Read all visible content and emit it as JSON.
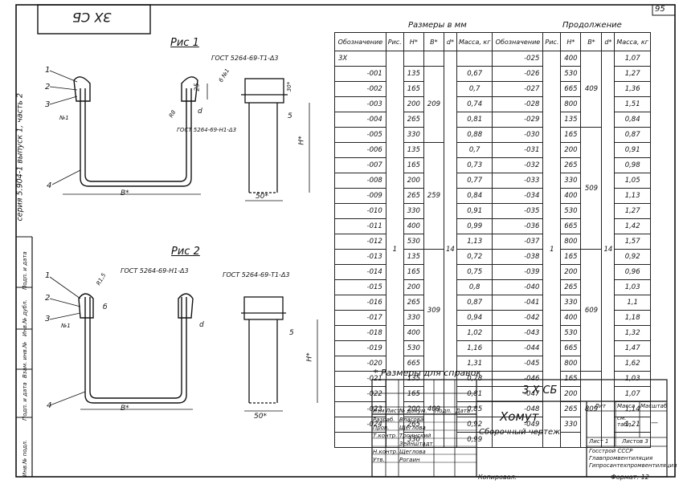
{
  "page_number": "95",
  "stamp": "ЗХ СБ",
  "side_series": "серия 5.904-1 выпуск 1, часть 2",
  "side_fields": [
    "Инв.№ подл.",
    "Подп. и дата",
    "Взам. инв.№",
    "Инв.№ дубл.",
    "Подп. и дата"
  ],
  "fig1": {
    "title": "Рис 1",
    "gost_top": "ГОСТ 5264-69-Т1-Δ3",
    "gost_mid": "ГОСТ 5264-69-Н1-Δ3",
    "labels": [
      "1",
      "2",
      "3",
      "4"
    ],
    "dims": [
      "25",
      "d",
      "5",
      "H*",
      "B*",
      "50*",
      "б №1",
      "№1",
      "R8",
      "30*"
    ]
  },
  "fig2": {
    "title": "Рис 2",
    "gost_left": "ГОСТ 5264-69-Н1-Δ3",
    "gost_right": "ГОСТ 5264-69-Т1-Δ3",
    "labels": [
      "1",
      "2",
      "3",
      "4"
    ],
    "dims": [
      "б",
      "d",
      "H*",
      "B*",
      "50*",
      "№1",
      "5",
      "R1,5"
    ]
  },
  "table": {
    "caption": "Размеры в мм",
    "caption_right": "Продолжение",
    "headers": [
      "Обозначение",
      "Рис.",
      "H*",
      "B*",
      "d*",
      "Масса, кг"
    ],
    "rows_left": [
      {
        "des": "3Х",
        "h": "",
        "m": ""
      },
      {
        "des": "-001",
        "h": "135",
        "m": "0,67"
      },
      {
        "des": "-002",
        "h": "165",
        "m": "0,7"
      },
      {
        "des": "-003",
        "h": "200",
        "m": "0,74"
      },
      {
        "des": "-004",
        "h": "265",
        "m": "0,81"
      },
      {
        "des": "-005",
        "h": "330",
        "m": "0,88"
      },
      {
        "des": "-006",
        "h": "135",
        "m": "0,7"
      },
      {
        "des": "-007",
        "h": "165",
        "m": "0,73"
      },
      {
        "des": "-008",
        "h": "200",
        "m": "0,77"
      },
      {
        "des": "-009",
        "h": "265",
        "m": "0,84"
      },
      {
        "des": "-010",
        "h": "330",
        "m": "0,91"
      },
      {
        "des": "-011",
        "h": "400",
        "m": "0,99"
      },
      {
        "des": "-012",
        "h": "530",
        "m": "1,13"
      },
      {
        "des": "-013",
        "h": "135",
        "m": "0,72"
      },
      {
        "des": "-014",
        "h": "165",
        "m": "0,75"
      },
      {
        "des": "-015",
        "h": "200",
        "m": "0,8"
      },
      {
        "des": "-016",
        "h": "265",
        "m": "0,87"
      },
      {
        "des": "-017",
        "h": "330",
        "m": "0,94"
      },
      {
        "des": "-018",
        "h": "400",
        "m": "1,02"
      },
      {
        "des": "-019",
        "h": "530",
        "m": "1,16"
      },
      {
        "des": "-020",
        "h": "665",
        "m": "1,31"
      },
      {
        "des": "-021",
        "h": "135",
        "m": "0,78"
      },
      {
        "des": "-022",
        "h": "165",
        "m": "0,81"
      },
      {
        "des": "-023",
        "h": "200",
        "m": "0,85"
      },
      {
        "des": "-024",
        "h": "265",
        "m": "0,92"
      },
      {
        "des": "",
        "h": "330",
        "m": "0,99"
      }
    ],
    "rows_right": [
      {
        "des": "-025",
        "h": "400",
        "m": "1,07"
      },
      {
        "des": "-026",
        "h": "530",
        "m": "1,27"
      },
      {
        "des": "-027",
        "h": "665",
        "m": "1,36"
      },
      {
        "des": "-028",
        "h": "800",
        "m": "1,51"
      },
      {
        "des": "-029",
        "h": "135",
        "m": "0,84"
      },
      {
        "des": "-030",
        "h": "165",
        "m": "0,87"
      },
      {
        "des": "-031",
        "h": "200",
        "m": "0,91"
      },
      {
        "des": "-032",
        "h": "265",
        "m": "0,98"
      },
      {
        "des": "-033",
        "h": "330",
        "m": "1,05"
      },
      {
        "des": "-034",
        "h": "400",
        "m": "1,13"
      },
      {
        "des": "-035",
        "h": "530",
        "m": "1,27"
      },
      {
        "des": "-036",
        "h": "665",
        "m": "1,42"
      },
      {
        "des": "-037",
        "h": "800",
        "m": "1,57"
      },
      {
        "des": "-038",
        "h": "165",
        "m": "0,92"
      },
      {
        "des": "-039",
        "h": "200",
        "m": "0,96"
      },
      {
        "des": "-040",
        "h": "265",
        "m": "1,03"
      },
      {
        "des": "-041",
        "h": "330",
        "m": "1,1"
      },
      {
        "des": "-042",
        "h": "400",
        "m": "1,18"
      },
      {
        "des": "-043",
        "h": "530",
        "m": "1,32"
      },
      {
        "des": "-044",
        "h": "665",
        "m": "1,47"
      },
      {
        "des": "-045",
        "h": "800",
        "m": "1,62"
      },
      {
        "des": "-046",
        "h": "165",
        "m": "1,03"
      },
      {
        "des": "-047",
        "h": "200",
        "m": "1,07"
      },
      {
        "des": "-048",
        "h": "265",
        "m": "1,14"
      },
      {
        "des": "-049",
        "h": "330",
        "m": "1,21"
      }
    ],
    "b_groups_left": [
      "209",
      "259",
      "309",
      "409"
    ],
    "b_groups_right": [
      "409",
      "509",
      "609",
      "809"
    ],
    "fig_no": "1",
    "d_value": "14"
  },
  "note": "* Размеры для справок",
  "title_block": {
    "designation": "3 Х СБ",
    "name": "Хомут",
    "subtitle": "Сборочный чертеж",
    "col_litera": "Лит",
    "col_mass": "Масса",
    "col_scale": "Масштаб",
    "mass_value": "см. табл.",
    "scale_value": "—",
    "sheet_label": "Лист 1",
    "sheets_label": "Листов 3",
    "org": "Госстрой СССР Главпромвентиляция Гипросантехпромвентиляция",
    "head_cols": [
      "Изм",
      "Лист",
      "№ докум.",
      "Подп.",
      "Дата"
    ],
    "roles": [
      "Разраб.",
      "Пров.",
      "Т.контр.",
      "Н.контр.",
      "Утв."
    ],
    "names": [
      "Власова",
      "Щеглова",
      "Троинский",
      "Зейнштадт",
      "Щеглова",
      "Рогаин"
    ]
  },
  "bottom": {
    "copied": "Копировал:",
    "format": "Формат: 12"
  }
}
